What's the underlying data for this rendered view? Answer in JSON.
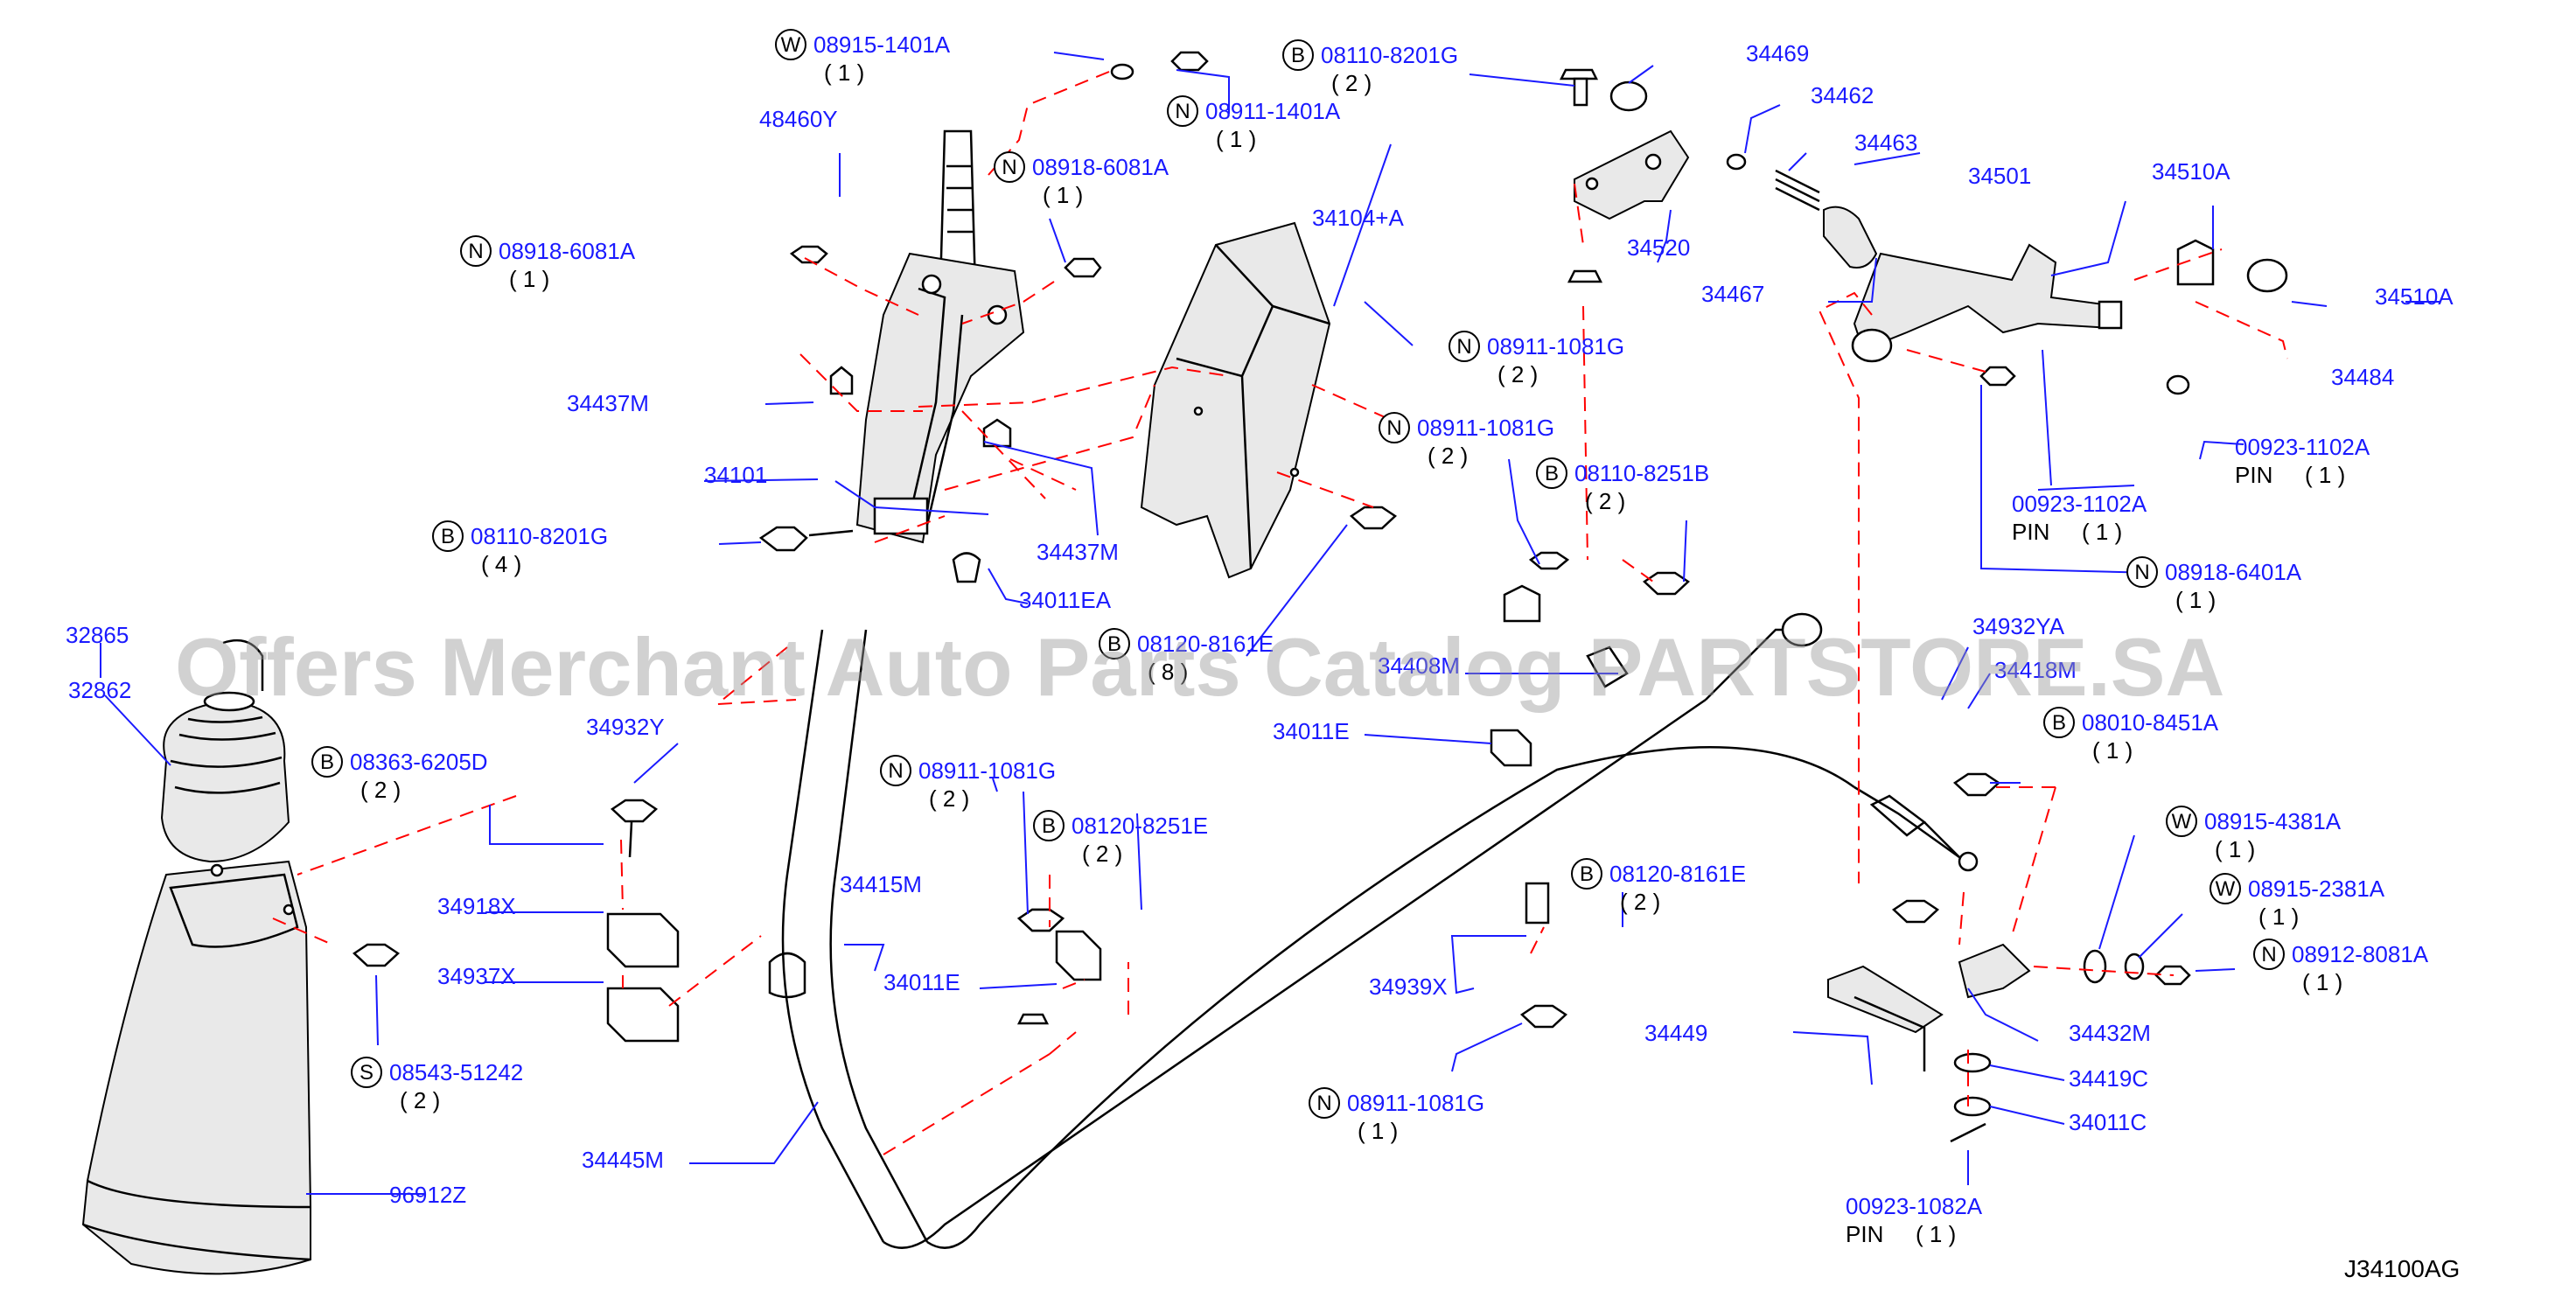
{
  "diagram_code": "J34100AG",
  "watermark": "Offers Merchant Auto Parts Catalog PARTSTORE.SA",
  "callouts": [
    {
      "id": "c1",
      "letter": "W",
      "text": "08915-1401A",
      "qty": "( 1 )"
    },
    {
      "id": "c2",
      "letter": "N",
      "text": "08911-1401A",
      "qty": "( 1 )"
    },
    {
      "id": "c3",
      "letter": "",
      "text": "48460Y",
      "qty": ""
    },
    {
      "id": "c4",
      "letter": "N",
      "text": "08918-6081A",
      "qty": "( 1 )"
    },
    {
      "id": "c5",
      "letter": "N",
      "text": "08918-6081A",
      "qty": "( 1 )"
    },
    {
      "id": "c6",
      "letter": "",
      "text": "34104+A",
      "qty": ""
    },
    {
      "id": "c7",
      "letter": "B",
      "text": "08110-8201G",
      "qty": "( 2 )"
    },
    {
      "id": "c8",
      "letter": "",
      "text": "34469",
      "qty": ""
    },
    {
      "id": "c9",
      "letter": "",
      "text": "34462",
      "qty": ""
    },
    {
      "id": "c10",
      "letter": "",
      "text": "34463",
      "qty": ""
    },
    {
      "id": "c11",
      "letter": "",
      "text": "34520",
      "qty": ""
    },
    {
      "id": "c12",
      "letter": "",
      "text": "34467",
      "qty": ""
    },
    {
      "id": "c13",
      "letter": "",
      "text": "34501",
      "qty": ""
    },
    {
      "id": "c14",
      "letter": "",
      "text": "34510A",
      "qty": ""
    },
    {
      "id": "c15",
      "letter": "",
      "text": "34510A",
      "qty": ""
    },
    {
      "id": "c16",
      "letter": "",
      "text": "34484",
      "qty": ""
    },
    {
      "id": "c17",
      "letter": "N",
      "text": "08911-1081G",
      "qty": "( 2 )"
    },
    {
      "id": "c18",
      "letter": "",
      "text": "34437M",
      "qty": ""
    },
    {
      "id": "c19",
      "letter": "N",
      "text": "08911-1081G",
      "qty": "( 2 )"
    },
    {
      "id": "c20",
      "letter": "",
      "text": "34101",
      "qty": ""
    },
    {
      "id": "c21",
      "letter": "",
      "text": "34437M",
      "qty": ""
    },
    {
      "id": "c22",
      "letter": "B",
      "text": "08110-8251B",
      "qty": "( 2 )"
    },
    {
      "id": "c23",
      "letter": "B",
      "text": "08110-8201G",
      "qty": "( 4 )"
    },
    {
      "id": "c24",
      "letter": "",
      "text": "34011EA",
      "qty": ""
    },
    {
      "id": "c25",
      "letter": "",
      "text": "32865",
      "qty": ""
    },
    {
      "id": "c26",
      "letter": "B",
      "text": "08120-8161E",
      "qty": "( 8 )"
    },
    {
      "id": "c27",
      "letter": "",
      "text": "34408M",
      "qty": ""
    },
    {
      "id": "c28",
      "letter": "",
      "text": "34932YA",
      "qty": ""
    },
    {
      "id": "c29",
      "letter": "",
      "text": "32862",
      "qty": ""
    },
    {
      "id": "c30",
      "letter": "",
      "text": "34418M",
      "qty": ""
    },
    {
      "id": "c31",
      "letter": "",
      "text": "34932Y",
      "qty": ""
    },
    {
      "id": "c32",
      "letter": "",
      "text": "34011E",
      "qty": ""
    },
    {
      "id": "c33",
      "letter": "B",
      "text": "08010-8451A",
      "qty": "( 1 )"
    },
    {
      "id": "c34",
      "letter": "B",
      "text": "08363-6205D",
      "qty": "( 2 )"
    },
    {
      "id": "c35",
      "letter": "N",
      "text": "08911-1081G",
      "qty": "( 2 )"
    },
    {
      "id": "c36",
      "letter": "W",
      "text": "08915-4381A",
      "qty": "( 1 )"
    },
    {
      "id": "c37",
      "letter": "B",
      "text": "08120-8251E",
      "qty": "( 2 )"
    },
    {
      "id": "c38",
      "letter": "W",
      "text": "08915-2381A",
      "qty": "( 1 )"
    },
    {
      "id": "c39",
      "letter": "",
      "text": "34918X",
      "qty": ""
    },
    {
      "id": "c40",
      "letter": "",
      "text": "34415M",
      "qty": ""
    },
    {
      "id": "c41",
      "letter": "B",
      "text": "08120-8161E",
      "qty": "( 2 )"
    },
    {
      "id": "c42",
      "letter": "N",
      "text": "08912-8081A",
      "qty": "( 1 )"
    },
    {
      "id": "c43",
      "letter": "",
      "text": "34937X",
      "qty": ""
    },
    {
      "id": "c44",
      "letter": "",
      "text": "34011E",
      "qty": ""
    },
    {
      "id": "c45",
      "letter": "",
      "text": "34939X",
      "qty": ""
    },
    {
      "id": "c46",
      "letter": "",
      "text": "34449",
      "qty": ""
    },
    {
      "id": "c47",
      "letter": "",
      "text": "34432M",
      "qty": ""
    },
    {
      "id": "c48",
      "letter": "S",
      "text": "08543-51242",
      "qty": "( 2 )"
    },
    {
      "id": "c49",
      "letter": "",
      "text": "34419C",
      "qty": ""
    },
    {
      "id": "c50",
      "letter": "N",
      "text": "08911-1081G",
      "qty": "( 1 )"
    },
    {
      "id": "c51",
      "letter": "",
      "text": "34011C",
      "qty": ""
    },
    {
      "id": "c52",
      "letter": "",
      "text": "34445M",
      "qty": ""
    },
    {
      "id": "c53",
      "letter": "",
      "text": "96912Z",
      "qty": ""
    }
  ],
  "pins": [
    {
      "id": "p1",
      "text": "00923-1102A",
      "sub": "PIN",
      "qty": "( 1 )"
    },
    {
      "id": "p2",
      "text": "00923-1102A",
      "sub": "PIN",
      "qty": "( 1 )"
    },
    {
      "id": "p3",
      "letter": "N",
      "text": "08918-6401A",
      "qty": "( 1 )"
    },
    {
      "id": "p4",
      "text": "00923-1082A",
      "sub": "PIN",
      "qty": "( 1 )"
    }
  ]
}
